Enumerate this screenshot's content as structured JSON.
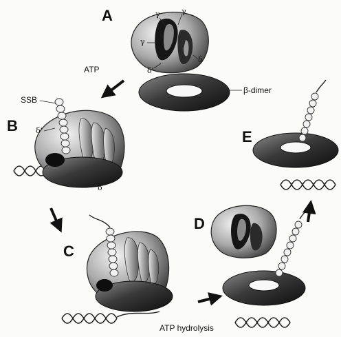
{
  "panels": {
    "a": "A",
    "b": "B",
    "c": "C",
    "d": "D",
    "e": "E"
  },
  "labels": {
    "atp": "ATP",
    "atp_hydrolysis": "ATP hydrolysis",
    "beta_dimer": "β-dimer",
    "ssb": "SSB"
  },
  "subunits": {
    "gamma": "γ",
    "delta": "δ",
    "delta_prime": "δ'"
  },
  "colors": {
    "clamp_dark": "#1d1d1d",
    "clamp_mid": "#6d6d6d",
    "loader_light": "#d4d4d4",
    "loader_dark": "#4a4a4a",
    "dna": "#222222"
  }
}
